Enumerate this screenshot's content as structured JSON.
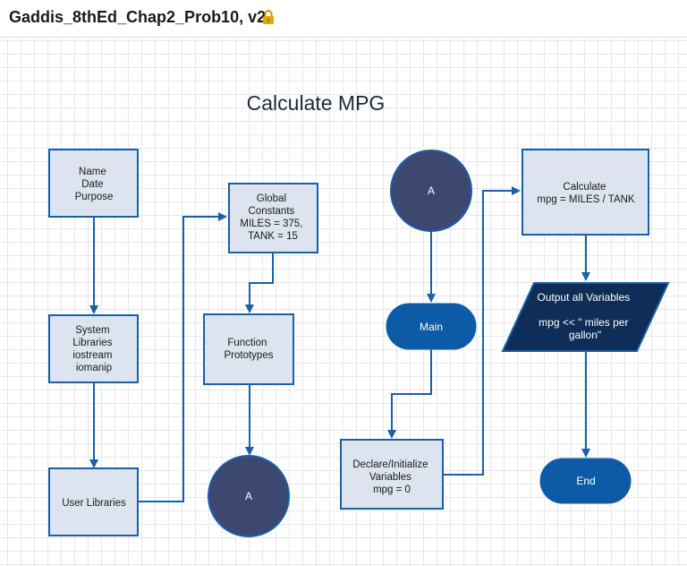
{
  "document": {
    "title": "Gaddis_8thEd_Chap2_Prob10, v2",
    "lock_icon": "lock-icon"
  },
  "diagram": {
    "title": "Calculate MPG",
    "nodes": {
      "header_info": [
        "Name",
        "Date",
        "Purpose"
      ],
      "system_libraries": [
        "System",
        "Libraries",
        "iostream",
        "iomanip"
      ],
      "user_libraries": [
        "User Libraries"
      ],
      "global_constants": [
        "Global",
        "Constants",
        "MILES = 375,",
        "TANK = 15"
      ],
      "function_prototypes": [
        "Function",
        "Prototypes"
      ],
      "connector_a_out": "A",
      "connector_a_in": "A",
      "main": "Main",
      "declare_variables": [
        "Declare/Initialize",
        "Variables",
        "mpg = 0"
      ],
      "calculate": [
        "Calculate",
        "mpg = MILES / TANK"
      ],
      "output": [
        "Output all Variables",
        "",
        "mpg << \" miles per",
        "gallon\""
      ],
      "end": "End"
    }
  },
  "colors": {
    "box_fill": "#dde4ef",
    "box_stroke": "#1a5fa8",
    "connector_fill": "#3d4870",
    "terminator_fill": "#0d5aa7",
    "parallelogram_fill": "#0e2d57",
    "arrow": "#1a5fa8",
    "lock": "#e0a800"
  }
}
